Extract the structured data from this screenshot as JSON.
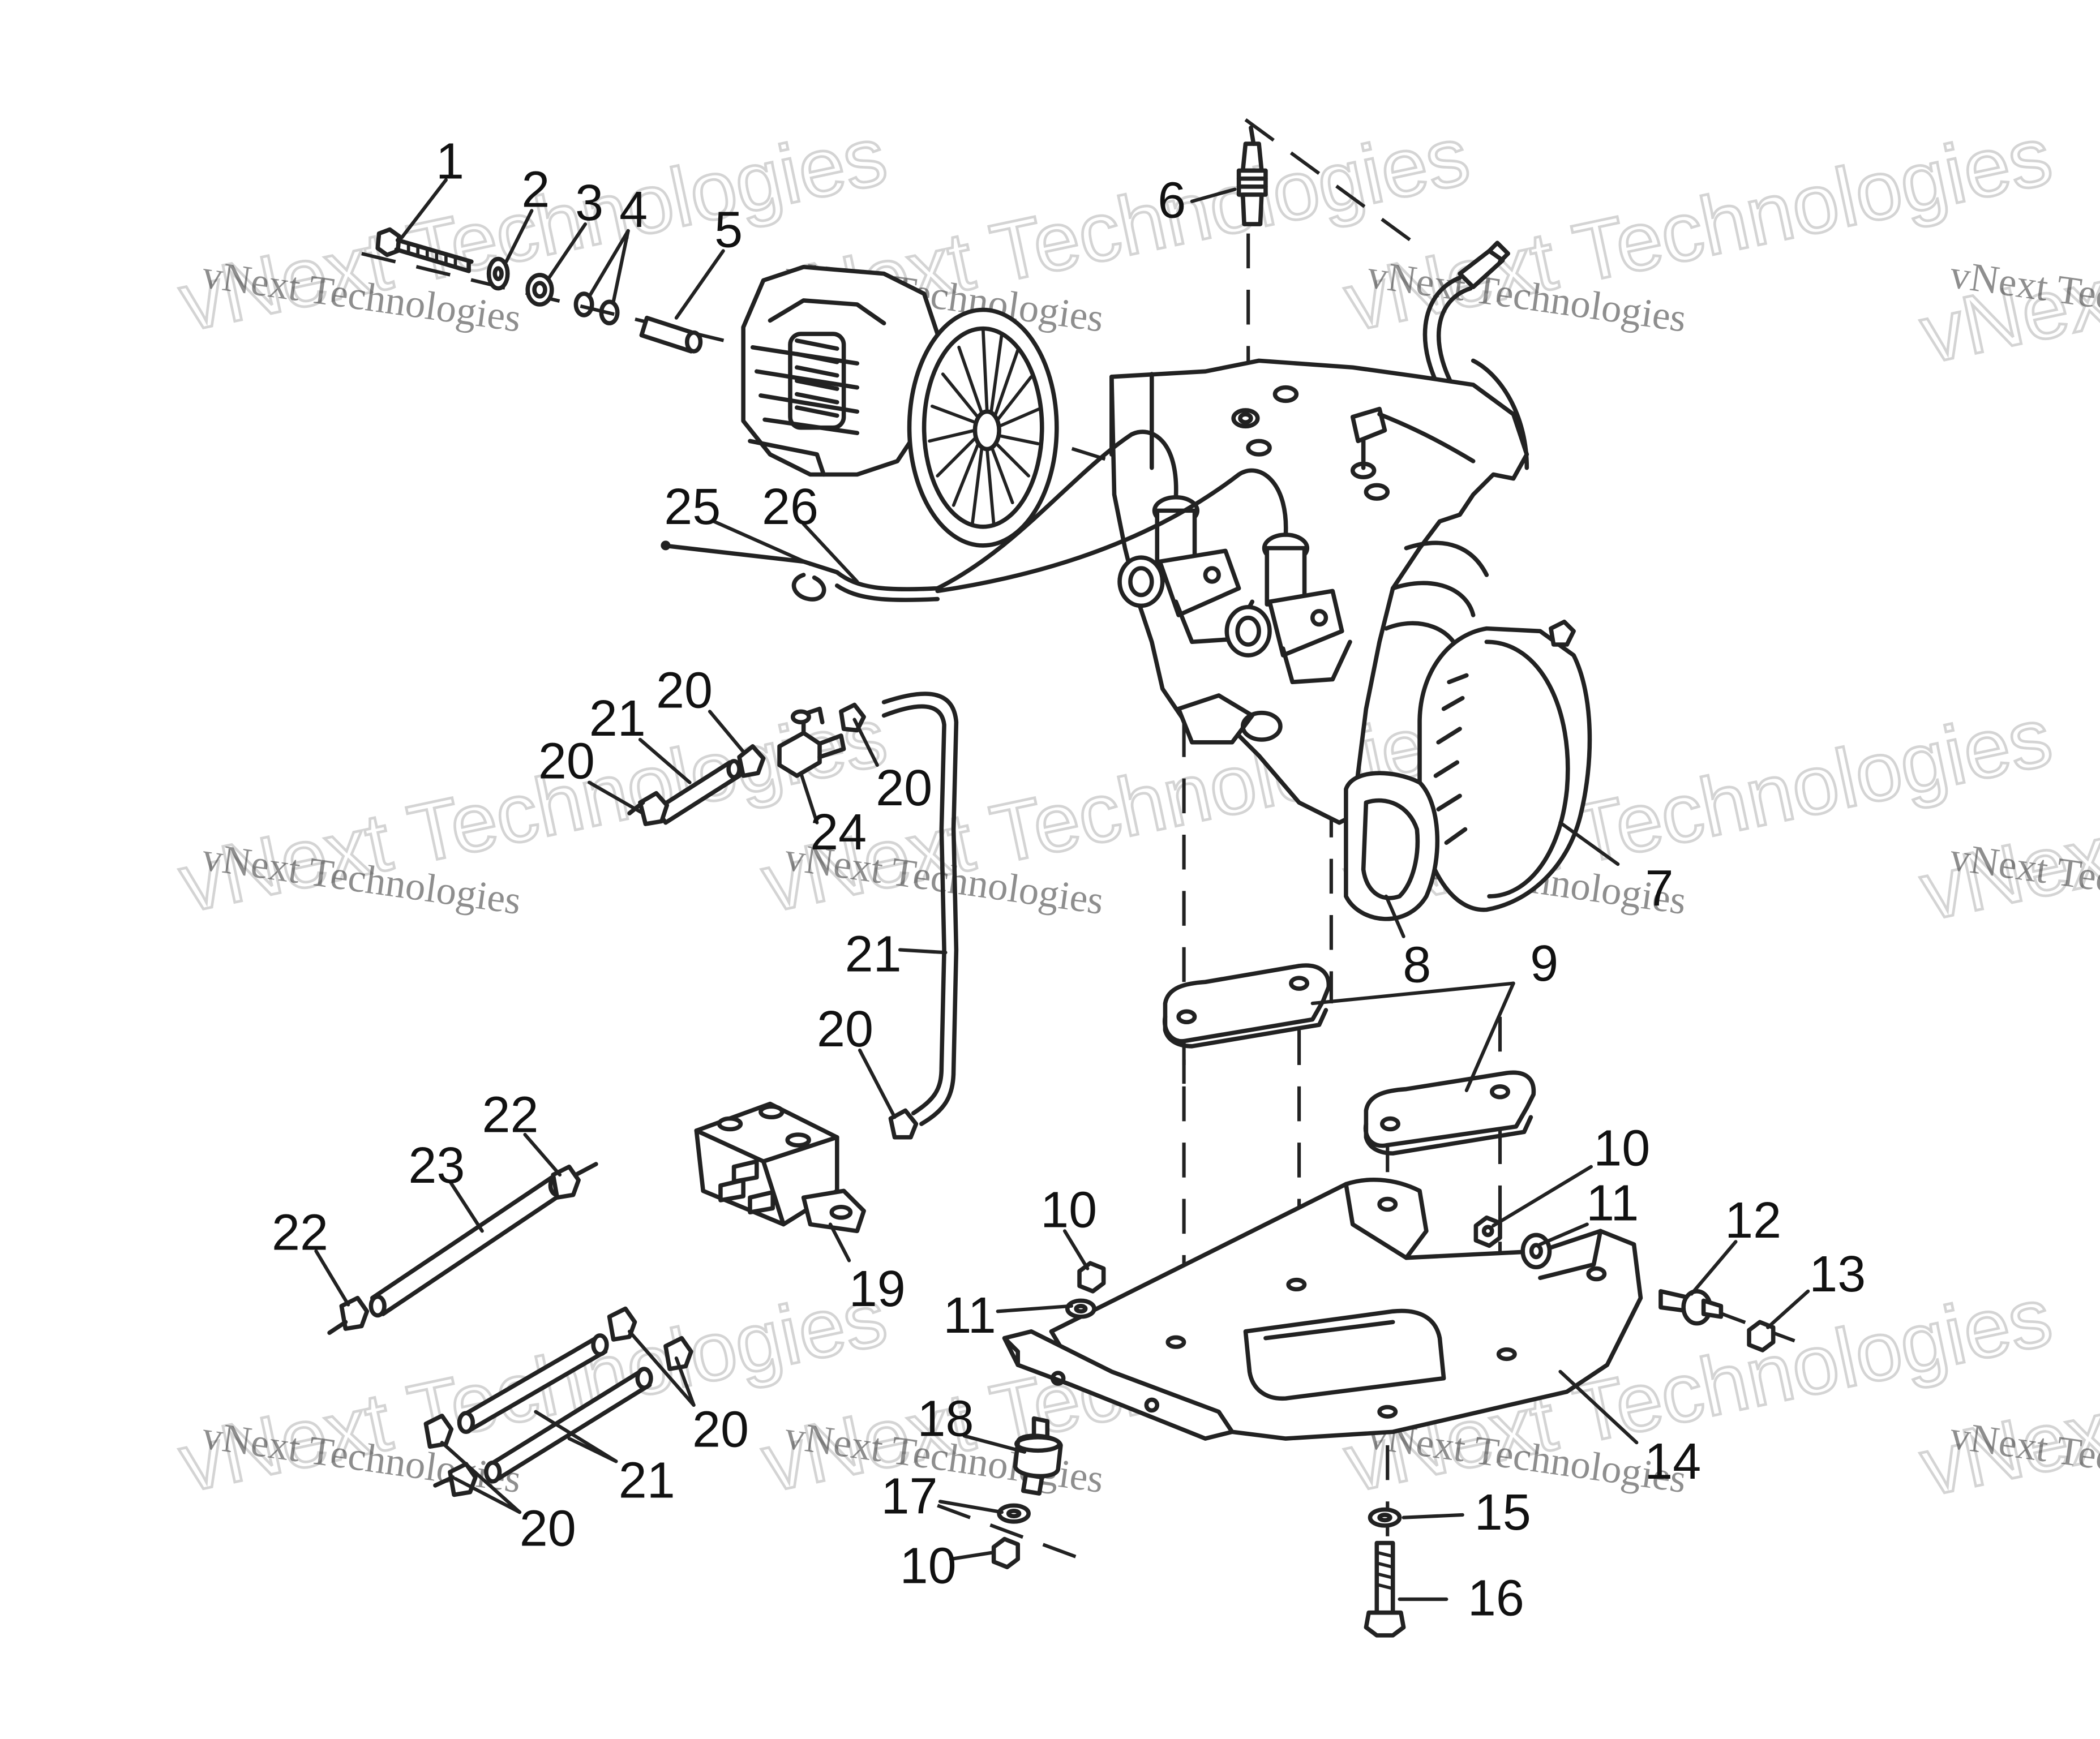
{
  "watermark": {
    "text": "vNext Technologies",
    "color": "#9e9e9e"
  },
  "callouts": {
    "c1": "1",
    "c2": "2",
    "c3": "3",
    "c4": "4",
    "c5": "5",
    "c6": "6",
    "c7": "7",
    "c8": "8",
    "c9": "9",
    "c10a": "10",
    "c10b": "10",
    "c10c": "10",
    "c11a": "11",
    "c11b": "11",
    "c12": "12",
    "c13": "13",
    "c14": "14",
    "c15": "15",
    "c16": "16",
    "c17": "17",
    "c18": "18",
    "c19": "19",
    "c20a": "20",
    "c20b": "20",
    "c20c": "20",
    "c20d": "20",
    "c20e": "20",
    "c20f": "20",
    "c21a": "21",
    "c21b": "21",
    "c21c": "21",
    "c22a": "22",
    "c22b": "22",
    "c23": "23",
    "c24": "24",
    "c25": "25",
    "c26": "26"
  }
}
